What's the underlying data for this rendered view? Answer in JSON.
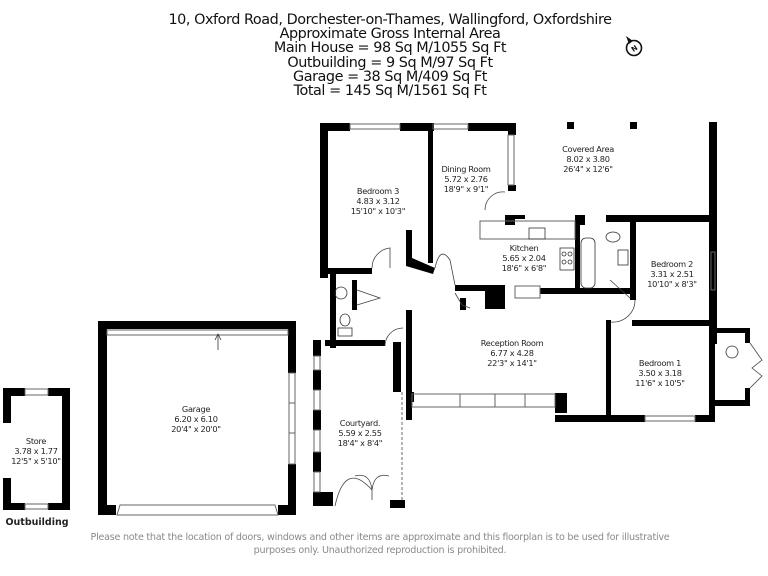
{
  "header": {
    "address": "10, Oxford Road, Dorchester-on-Thames, Wallingford, Oxfordshire",
    "subtitle": "Approximate Gross Internal Area",
    "main_house": "Main House = 98 Sq M/1055 Sq Ft",
    "outbuilding": "Outbuilding = 9 Sq M/97 Sq Ft",
    "garage": "Garage = 38 Sq M/409 Sq Ft",
    "total": "Total = 145 Sq M/1561 Sq Ft"
  },
  "compass": {
    "icon": "north-arrow-icon",
    "label": "N"
  },
  "rooms": {
    "bedroom3": {
      "name": "Bedroom 3",
      "metric": "4.83 x 3.12",
      "imperial": "15'10\" x 10'3\""
    },
    "dining": {
      "name": "Dining Room",
      "metric": "5.72 x 2.76",
      "imperial": "18'9\" x 9'1\""
    },
    "covered": {
      "name": "Covered Area",
      "metric": "8.02 x 3.80",
      "imperial": "26'4\" x 12'6\""
    },
    "kitchen": {
      "name": "Kitchen",
      "metric": "5.65 x 2.04",
      "imperial": "18'6\" x 6'8\""
    },
    "bedroom2": {
      "name": "Bedroom 2",
      "metric": "3.31 x 2.51",
      "imperial": "10'10\" x 8'3\""
    },
    "reception": {
      "name": "Reception Room",
      "metric": "6.77 x 4.28",
      "imperial": "22'3\" x 14'1\""
    },
    "bedroom1": {
      "name": "Bedroom 1",
      "metric": "3.50 x 3.18",
      "imperial": "11'6\" x 10'5\""
    },
    "courtyard": {
      "name": "Courtyard.",
      "metric": "5.59 x 2.55",
      "imperial": "18'4\" x 8'4\""
    },
    "garage": {
      "name": "Garage",
      "metric": "6.20 x 6.10",
      "imperial": "20'4\" x 20'0\""
    },
    "store": {
      "name": "Store",
      "metric": "3.78 x 1.77",
      "imperial": "12'5\" x 5'10\""
    }
  },
  "outbuilding_label": "Outbuilding",
  "disclaimer": {
    "line1": "Please note that the location of doors, windows and other items are approximate and this floorplan is to be used for illustrative",
    "line2": "purposes only. Unauthorized reproduction is prohibited."
  },
  "colors": {
    "wall": "#000000",
    "text": "#111111",
    "disclaimer": "#8a8a8a",
    "window": "#777777"
  }
}
